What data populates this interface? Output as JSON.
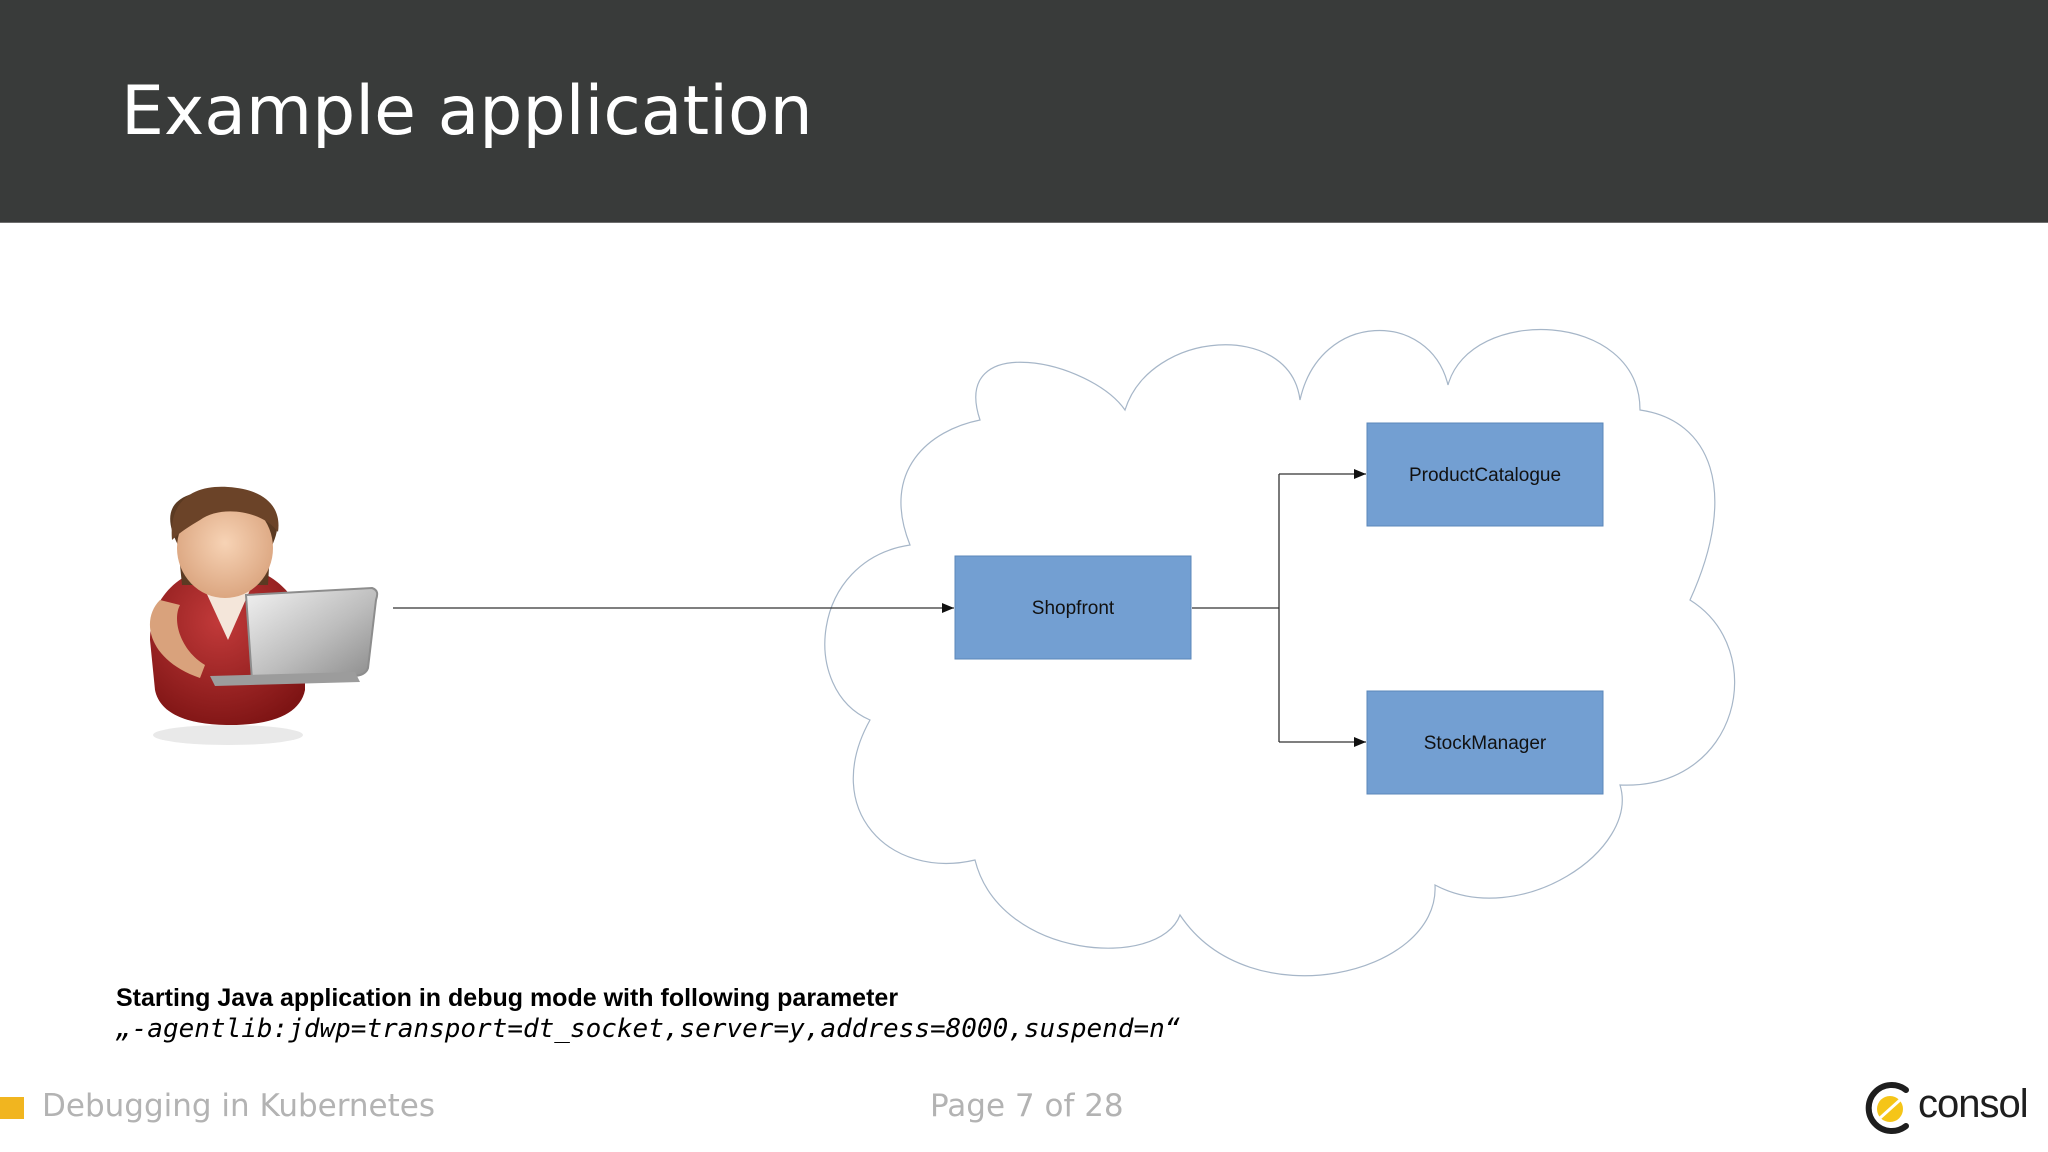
{
  "slide": {
    "title": "Example application"
  },
  "diagram": {
    "nodes": {
      "shopfront": "Shopfront",
      "product_catalogue": "ProductCatalogue",
      "stock_manager": "StockManager"
    },
    "box_color": "#739fd2",
    "cloud_stroke": "#a6b6c8"
  },
  "caption": {
    "heading": "Starting Java application in debug mode with following parameter",
    "code": "„-agentlib:jdwp=transport=dt_socket,server=y,address=8000,suspend=n“"
  },
  "footer": {
    "presentation_title": "Debugging in Kubernetes",
    "page_label": "Page 7 of 28",
    "marker_color": "#f1b51f"
  },
  "logo": {
    "text": "consol"
  },
  "colors": {
    "header_bg": "#393b3a",
    "accent_yellow": "#f5c518"
  }
}
